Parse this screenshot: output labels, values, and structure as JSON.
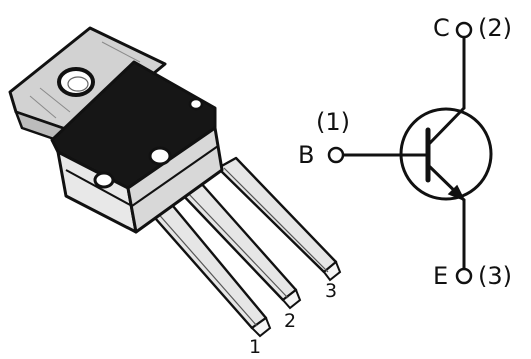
{
  "package": {
    "pin_labels": [
      "1",
      "2",
      "3"
    ]
  },
  "symbol": {
    "base": {
      "letter": "B",
      "pin": "(1)"
    },
    "collector": {
      "letter": "C",
      "pin": "(2)"
    },
    "emitter": {
      "letter": "E",
      "pin": "(3)"
    }
  },
  "colors": {
    "ink": "#111111",
    "body_black": "#161616",
    "tab_gray": "#cfcfcf",
    "lead_gray": "#e6e6e6",
    "background": "#ffffff"
  }
}
